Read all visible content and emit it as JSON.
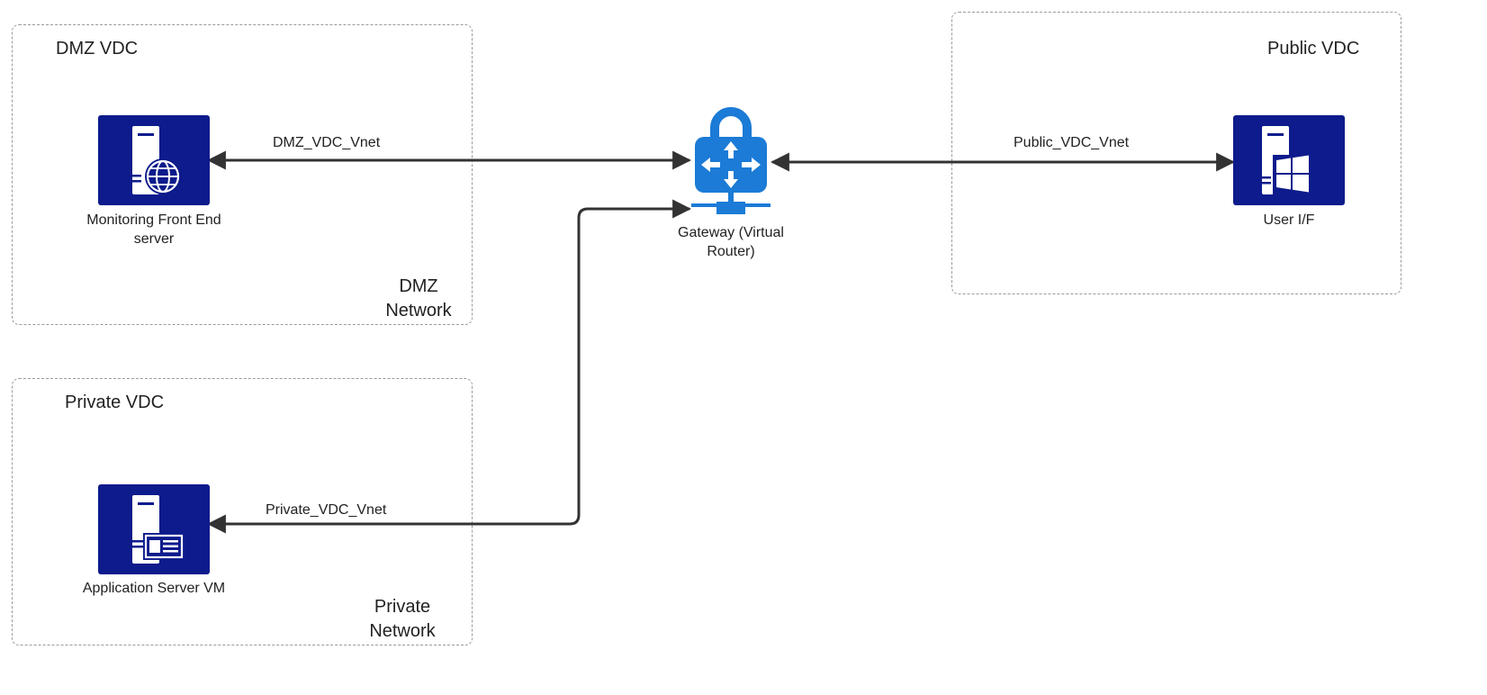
{
  "zones": {
    "dmz": {
      "title": "DMZ VDC",
      "network": "DMZ\nNetwork"
    },
    "private": {
      "title": "Private VDC",
      "network": "Private\nNetwork"
    },
    "public": {
      "title": "Public VDC"
    }
  },
  "nodes": {
    "monitoring": {
      "label": "Monitoring Front End\nserver",
      "icon": "server-globe-icon"
    },
    "app": {
      "label": "Application Server VM",
      "icon": "server-window-icon"
    },
    "user": {
      "label": "User I/F",
      "icon": "server-windows-logo-icon"
    },
    "gateway": {
      "label": "Gateway (Virtual\nRouter)",
      "icon": "secure-router-icon"
    }
  },
  "edges": {
    "dmz": {
      "label": "DMZ_VDC_Vnet"
    },
    "public": {
      "label": "Public_VDC_Vnet"
    },
    "private": {
      "label": "Private_VDC_Vnet"
    }
  },
  "colors": {
    "tile": "#0d1b8c",
    "gateway": "#1b7bd6",
    "line": "#333333",
    "zone_border": "#9a9a9a"
  }
}
